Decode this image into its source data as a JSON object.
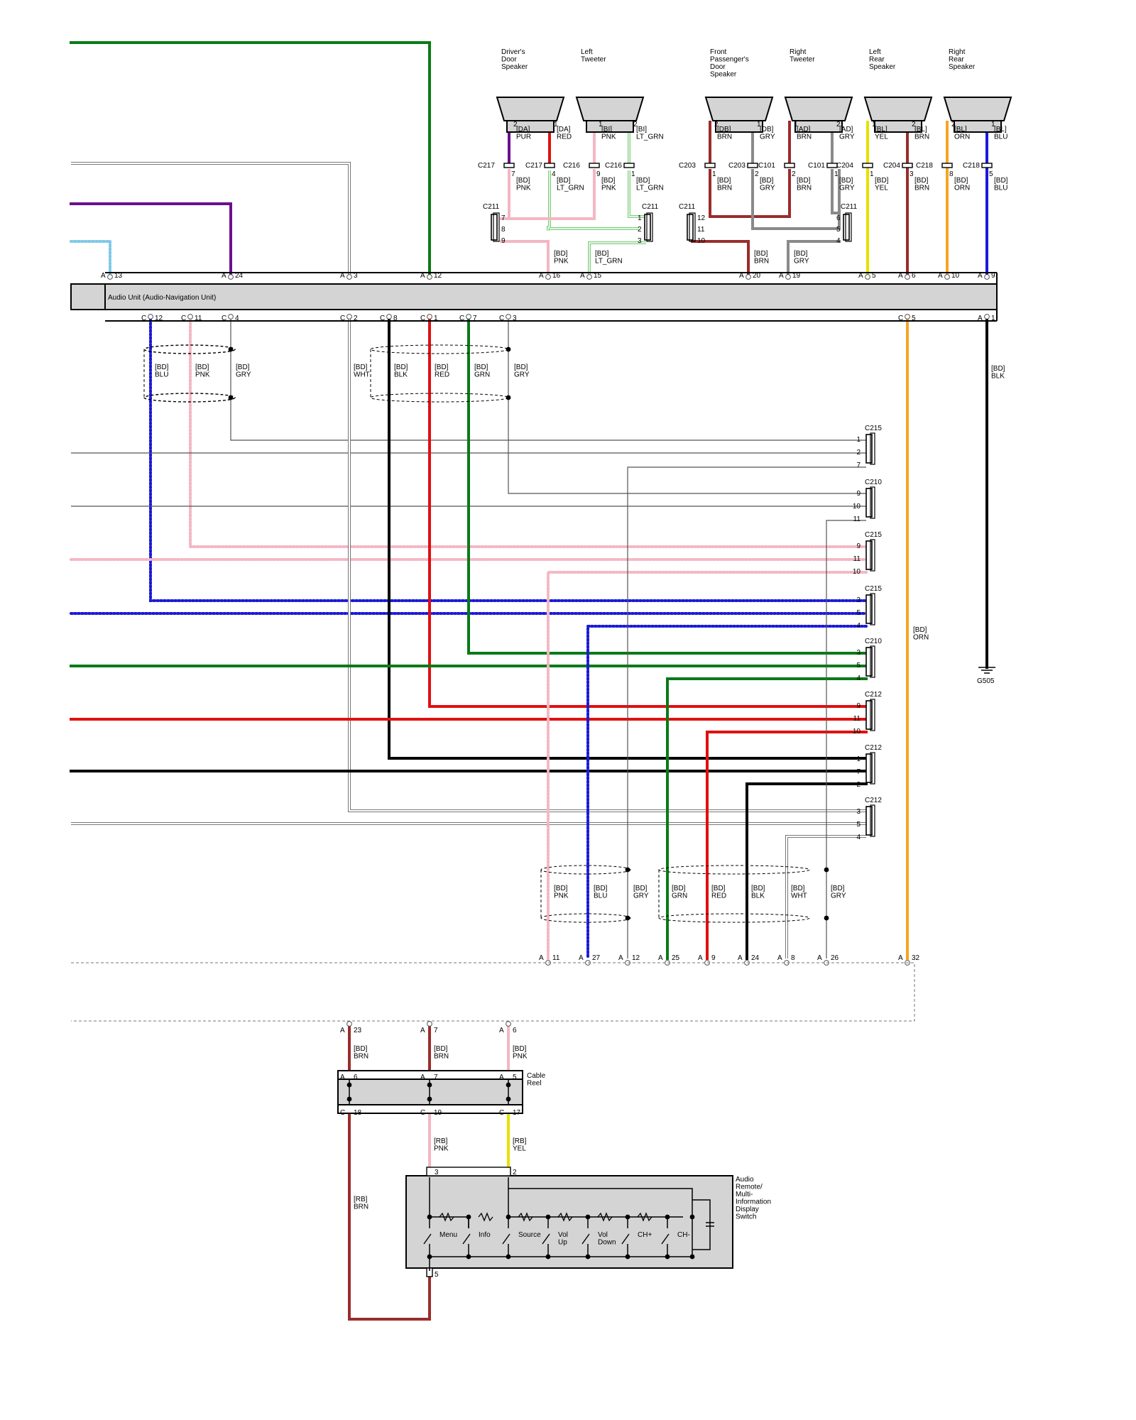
{
  "speakers": [
    {
      "name": "Driver's\nDoor\nSpeaker",
      "pins": [
        "2",
        "1"
      ],
      "wires": [
        "[DA]\nPUR",
        "[DA]\nRED"
      ]
    },
    {
      "name": "Left\nTweeter",
      "pins": [
        "1",
        "2"
      ],
      "wires": [
        "[BI]\nPNK",
        "[BI]\nLT_GRN"
      ]
    },
    {
      "name": "Front\nPassenger's\nDoor\nSpeaker",
      "pins": [
        "2",
        "1"
      ],
      "wires": [
        "[DB]\nBRN",
        "[DB]\nGRY"
      ]
    },
    {
      "name": "Right\nTweeter",
      "pins": [
        "1",
        "2"
      ],
      "wires": [
        "[AD]\nBRN",
        "[AD]\nGRY"
      ]
    },
    {
      "name": "Left\nRear\nSpeaker",
      "pins": [
        "1",
        "2"
      ],
      "wires": [
        "[BL]\nYEL",
        "[BL]\nBRN"
      ]
    },
    {
      "name": "Right\nRear\nSpeaker",
      "pins": [
        "2",
        "1"
      ],
      "wires": [
        "[BL]\nORN",
        "[BL]\nBLU"
      ]
    }
  ],
  "inline_connectors": [
    "C217",
    "C217",
    "C216",
    "C216",
    "C203",
    "C203",
    "C101",
    "C101",
    "C204",
    "C204",
    "C218",
    "C218"
  ],
  "inline_pins": [
    "7",
    "4",
    "9",
    "1",
    "1",
    "2",
    "2",
    "1",
    "1",
    "3",
    "8",
    "5"
  ],
  "bd_wire_labels": [
    "[BD]\nPNK",
    "[BD]\nLT_GRN",
    "[BD]\nPNK",
    "[BD]\nLT_GRN",
    "[BD]\nBRN",
    "[BD]\nGRY",
    "[BD]\nBRN",
    "[BD]\nGRY",
    "[BD]\nYEL",
    "[BD]\nBRN",
    "[BD]\nORN",
    "[BD]\nBLU"
  ],
  "c211_left": {
    "name": "C211",
    "pins": [
      "7",
      "8",
      "9"
    ]
  },
  "c211_mid": {
    "name": "C211",
    "pins": [
      "1",
      "2",
      "3"
    ]
  },
  "c211_right": {
    "name": "C211",
    "pins": [
      "12",
      "11",
      "10"
    ]
  },
  "c211_right2": {
    "name": "C211",
    "pins": [
      "6",
      "5",
      "4"
    ]
  },
  "mid_wire_labels": [
    "[BD]\nPNK",
    "[BD]\nLT_GRN",
    "[BD]\nBRN",
    "[BD]\nGRY"
  ],
  "audio_unit": {
    "title": "Audio Unit (Audio-Navigation Unit)"
  },
  "top_pins": [
    {
      "c": "A",
      "p": "13"
    },
    {
      "c": "A",
      "p": "24"
    },
    {
      "c": "A",
      "p": "3"
    },
    {
      "c": "A",
      "p": "12"
    },
    {
      "c": "A",
      "p": "16"
    },
    {
      "c": "A",
      "p": "15"
    },
    {
      "c": "A",
      "p": "20"
    },
    {
      "c": "A",
      "p": "19"
    },
    {
      "c": "A",
      "p": "5"
    },
    {
      "c": "A",
      "p": "6"
    },
    {
      "c": "A",
      "p": "10"
    },
    {
      "c": "A",
      "p": "9"
    }
  ],
  "bottom_pins": [
    {
      "c": "C",
      "p": "12"
    },
    {
      "c": "C",
      "p": "11"
    },
    {
      "c": "C",
      "p": "4"
    },
    {
      "c": "C",
      "p": "2"
    },
    {
      "c": "C",
      "p": "8"
    },
    {
      "c": "C",
      "p": "1"
    },
    {
      "c": "C",
      "p": "7"
    },
    {
      "c": "C",
      "p": "3"
    },
    {
      "c": "C",
      "p": "5"
    },
    {
      "c": "A",
      "p": "1"
    }
  ],
  "shield1_labels": [
    "[BD]\nBLU",
    "[BD]\nPNK",
    "[BD]\nGRY"
  ],
  "shield2_labels": [
    "[BD]\nWHT",
    "[BD]\nBLK",
    "[BD]\nRED",
    "[BD]\nGRN",
    "[BD]\nGRY"
  ],
  "ground": {
    "wire": "[BD]\nBLK",
    "name": "G505"
  },
  "orn_label": "[BD]\nORN",
  "right_connectors": [
    {
      "name": "C215",
      "pins": [
        "1",
        "2",
        "7"
      ]
    },
    {
      "name": "C210",
      "pins": [
        "9",
        "10",
        "11"
      ]
    },
    {
      "name": "C215",
      "pins": [
        "9",
        "11",
        "10"
      ]
    },
    {
      "name": "C215",
      "pins": [
        "3",
        "5",
        "4"
      ]
    },
    {
      "name": "C210",
      "pins": [
        "3",
        "5",
        "4"
      ]
    },
    {
      "name": "C212",
      "pins": [
        "9",
        "11",
        "10"
      ]
    },
    {
      "name": "C212",
      "pins": [
        "1",
        "7",
        "2"
      ]
    },
    {
      "name": "C212",
      "pins": [
        "3",
        "5",
        "4"
      ]
    }
  ],
  "shield3_labels": [
    "[BD]\nPNK",
    "[BD]\nBLU",
    "[BD]\nGRY"
  ],
  "shield4_labels": [
    "[BD]\nGRN",
    "[BD]\nRED",
    "[BD]\nBLK",
    "[BD]\nWHT",
    "[BD]\nGRY"
  ],
  "lower_pins": [
    {
      "c": "A",
      "p": "11"
    },
    {
      "c": "A",
      "p": "27"
    },
    {
      "c": "A",
      "p": "12"
    },
    {
      "c": "A",
      "p": "25"
    },
    {
      "c": "A",
      "p": "9"
    },
    {
      "c": "A",
      "p": "24"
    },
    {
      "c": "A",
      "p": "8"
    },
    {
      "c": "A",
      "p": "26"
    },
    {
      "c": "A",
      "p": "32"
    }
  ],
  "steering_pins": [
    {
      "c": "A",
      "p": "23"
    },
    {
      "c": "A",
      "p": "7"
    },
    {
      "c": "A",
      "p": "6"
    }
  ],
  "steering_labels": [
    "[BD]\nBRN",
    "[BD]\nBRN",
    "[BD]\nPNK"
  ],
  "cable_reel": {
    "name": "Cable\nReel",
    "top_pins": [
      {
        "c": "A",
        "p": "6"
      },
      {
        "c": "A",
        "p": "7"
      },
      {
        "c": "A",
        "p": "5"
      }
    ],
    "bottom_pins": [
      {
        "c": "C",
        "p": "18"
      },
      {
        "c": "C",
        "p": "19"
      },
      {
        "c": "C",
        "p": "17"
      }
    ]
  },
  "rb_labels": [
    "[RB]\nBRN",
    "[RB]\nPNK",
    "[RB]\nYEL"
  ],
  "switch": {
    "name": "Audio\nRemote/\nMulti-\nInformation\nDisplay\nSwitch",
    "pins": [
      "3",
      "2",
      "5"
    ],
    "buttons": [
      "Menu",
      "Info",
      "Source",
      "Vol\nUp",
      "Vol\nDown",
      "CH+",
      "CH-"
    ]
  }
}
